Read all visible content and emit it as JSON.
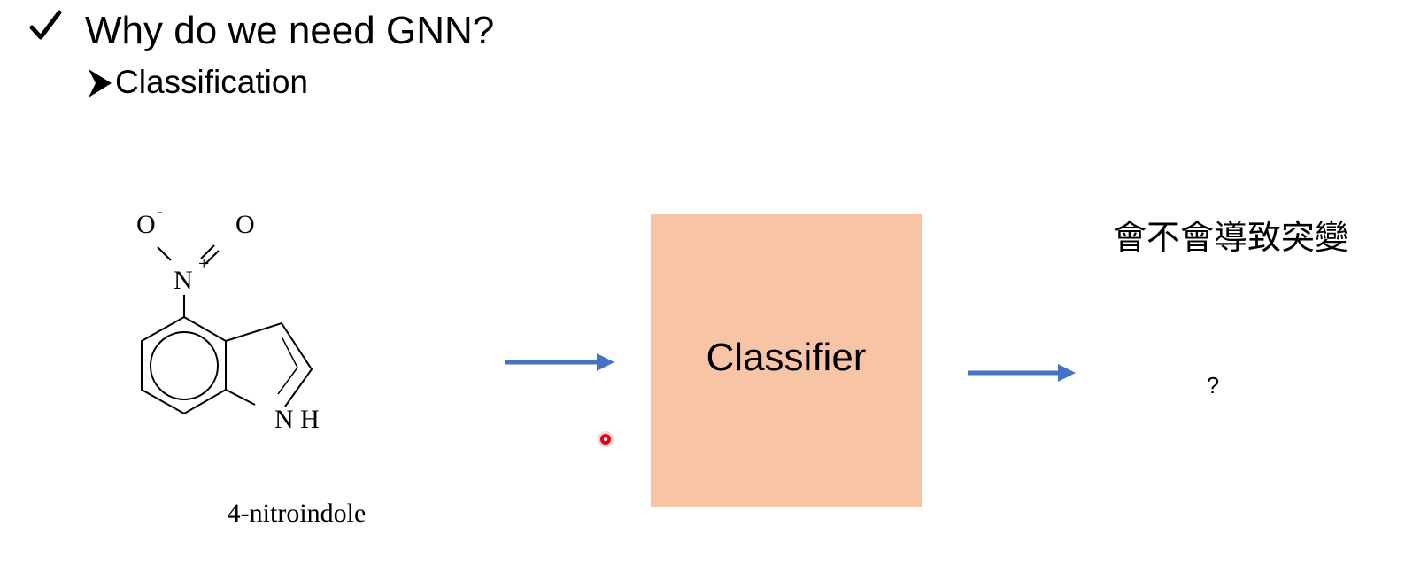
{
  "slide": {
    "title": "Why do we need GNN?",
    "subtitle": "Classification",
    "check_icon": "check-mark-icon",
    "bullet_icon": "arrowhead-bullet-icon"
  },
  "molecule": {
    "name": "4-nitroindole",
    "atoms": {
      "oxygen_left": "O",
      "oxygen_charge": "-",
      "oxygen_right": "O",
      "nitrogen": "N",
      "nitrogen_charge": "+",
      "nh": "N H"
    }
  },
  "classifier": {
    "label": "Classifier",
    "box_color": "#f7c4a5"
  },
  "output": {
    "question": "會不會導致突變",
    "answer": "?"
  },
  "colors": {
    "arrow": "#4472c4",
    "pointer": "#e0001a"
  }
}
